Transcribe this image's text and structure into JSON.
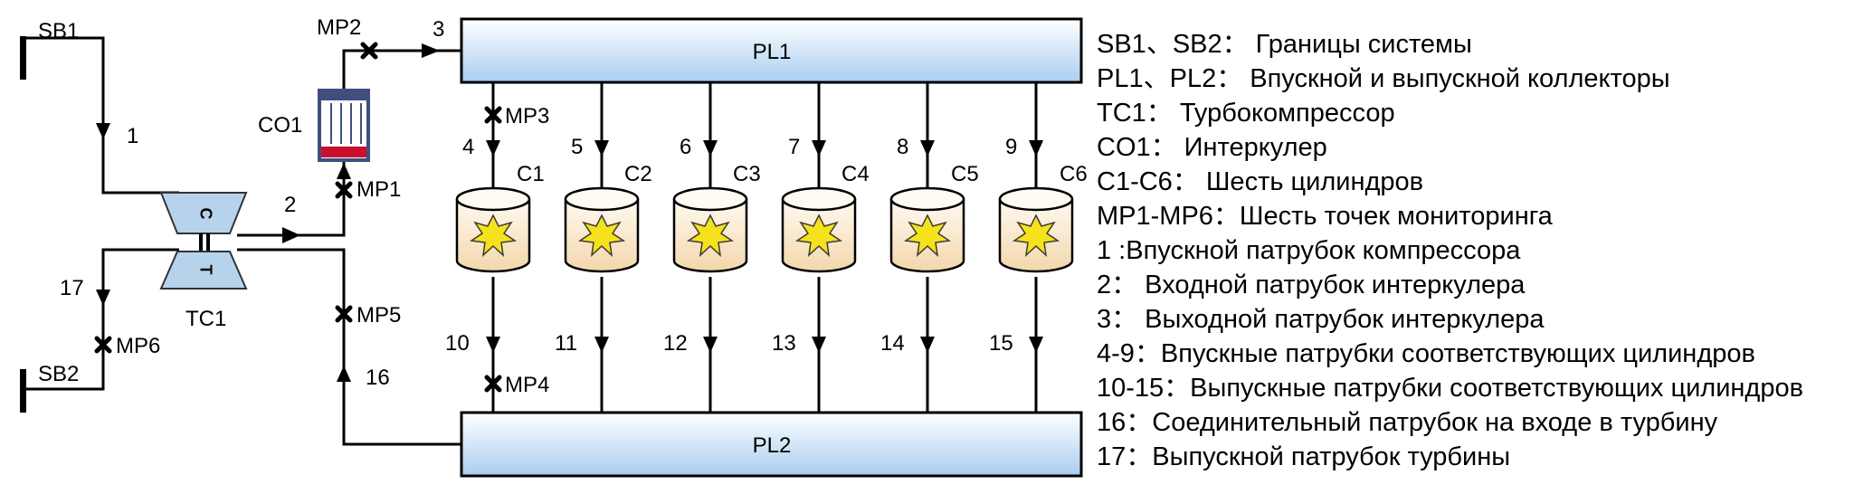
{
  "boundaries": {
    "sb1": "SB1",
    "sb2": "SB2"
  },
  "plenums": {
    "pl1": "PL1",
    "pl2": "PL2"
  },
  "turbocharger": {
    "name": "TC1",
    "compressor_letter": "C",
    "turbine_letter": "T"
  },
  "intercooler": {
    "name": "CO1"
  },
  "monitoring_points": [
    "MP1",
    "MP2",
    "MP3",
    "MP4",
    "MP5",
    "MP6"
  ],
  "pipe_numbers": [
    "1",
    "2",
    "3",
    "16",
    "17"
  ],
  "intake_pipe_numbers": [
    "4",
    "5",
    "6",
    "7",
    "8",
    "9"
  ],
  "exhaust_pipe_numbers": [
    "10",
    "11",
    "12",
    "13",
    "14",
    "15"
  ],
  "cylinders": [
    "C1",
    "C2",
    "C3",
    "C4",
    "C5",
    "C6"
  ],
  "legend": [
    "SB1、SB2： Границы системы",
    "PL1、PL2： Впускной и выпускной коллекторы",
    "TC1： Турбокомпрессор",
    "CO1： Интеркулер",
    "C1-C6： Шесть цилиндров",
    "MP1-MP6：Шесть точек мониторинга",
    "1 :Впускной патрубок компрессора",
    "2： Входной патрубок интеркулера",
    "3： Выходной патрубок интеркулера",
    "4-9：Впускные патрубки соответствующих цилиндров",
    "10-15：Выпускные патрубки соответствующих цилиндров",
    "16：Соединительный патрубок на входе в турбину",
    "17：Выпускной патрубок турбины"
  ],
  "colors": {
    "plenum_light": "#ffffff",
    "plenum_dark": "#a9cdf0",
    "cylinder_light": "#fffaf2",
    "cylinder_dark": "#f3d7ab",
    "spark": "#f5e21c",
    "turbo_fill": "#b7d3ec",
    "intercooler_frame": "#3f4f7e",
    "intercooler_bar": "#c8102e"
  }
}
